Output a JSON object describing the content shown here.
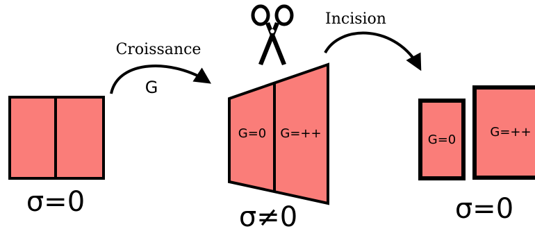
{
  "colors": {
    "fill": "#fa7d79",
    "stroke": "#000000",
    "background": "#ffffff"
  },
  "stages": {
    "initial": {
      "sigma": "σ=0"
    },
    "grown": {
      "sigma": "σ≠0",
      "left_label": "G=0",
      "right_label": "G=++"
    },
    "cut": {
      "sigma": "σ=0",
      "left_label": "G=0",
      "right_label": "G=++"
    }
  },
  "arrows": {
    "growth": {
      "label": "Croissance",
      "sublabel": "G"
    },
    "incision": {
      "label": "Incision"
    }
  },
  "icons": {
    "cut_tool": "scissors-icon"
  }
}
